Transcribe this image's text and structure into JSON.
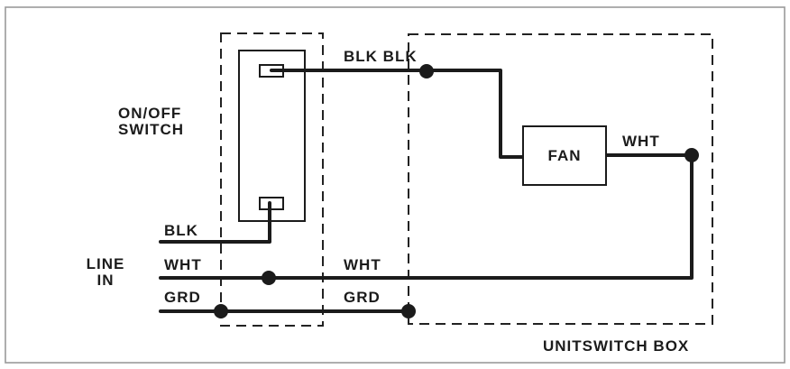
{
  "diagram": {
    "labels": {
      "switch_line1": "ON/OFF",
      "switch_line2": "SWITCH",
      "blk_top": "BLK BLK",
      "fan": "FAN",
      "wht_fan": "WHT",
      "blk_in": "BLK",
      "line_in_1": "LINE",
      "line_in_2": "IN",
      "wht_in": "WHT",
      "grd_in": "GRD",
      "wht_mid": "WHT",
      "grd_mid": "GRD",
      "unit_box": "UNITSWITCH BOX"
    }
  }
}
